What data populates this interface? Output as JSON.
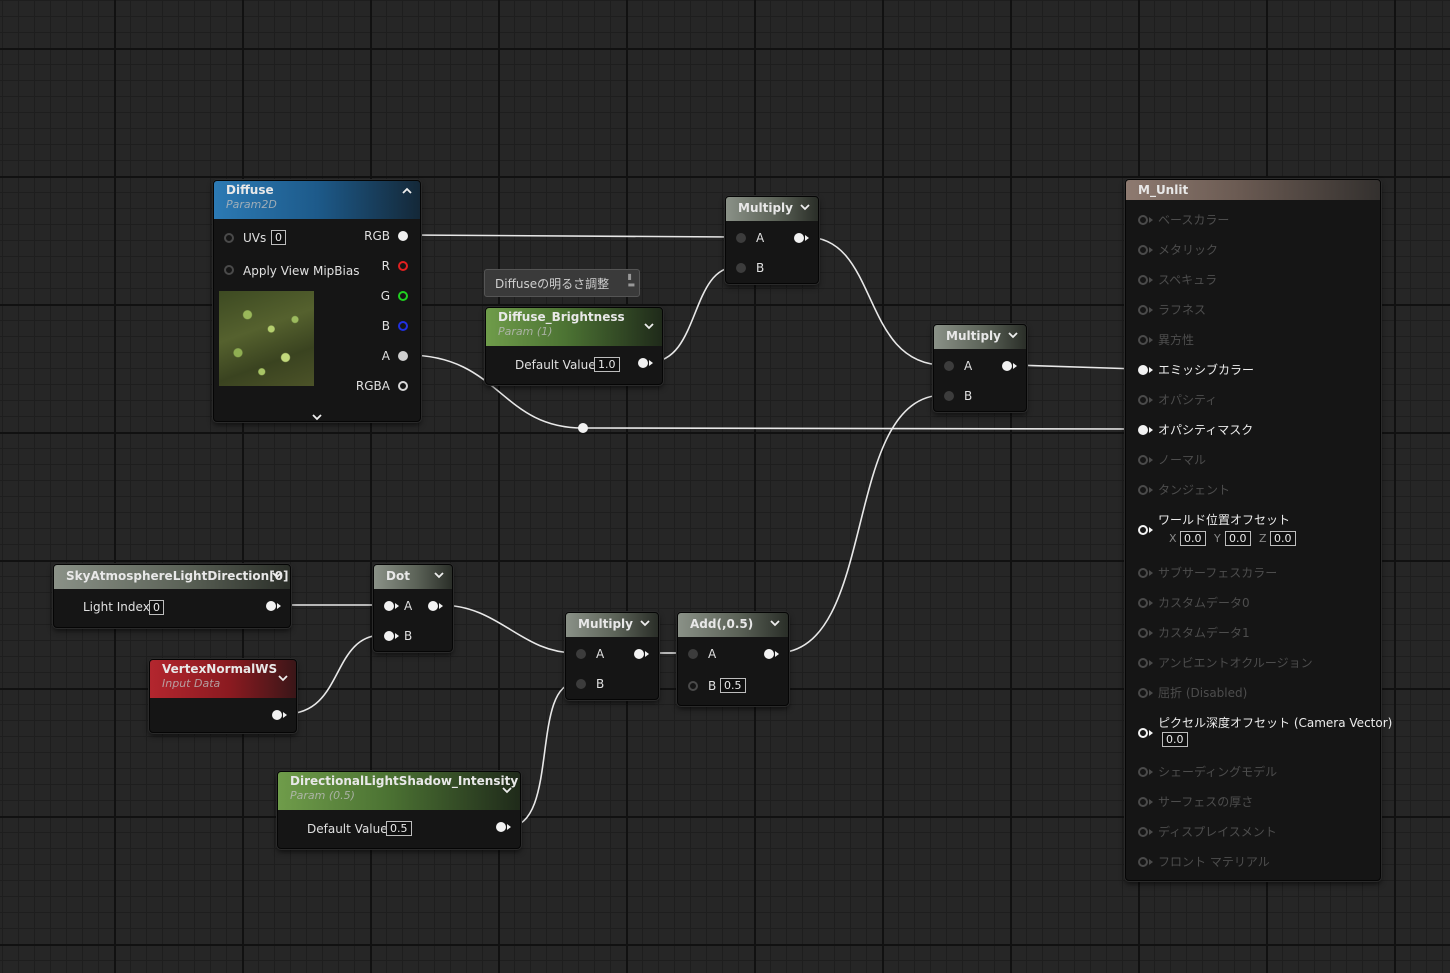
{
  "nodes": {
    "diffuse": {
      "title": "Diffuse",
      "subtitle": "Param2D",
      "inputs": {
        "uvs": "UVs",
        "uvs_value": "0",
        "mipbias": "Apply View MipBias"
      },
      "outputs": {
        "rgb": "RGB",
        "r": "R",
        "g": "G",
        "b": "B",
        "a": "A",
        "rgba": "RGBA"
      },
      "texture_icon": "foliage-texture-thumbnail"
    },
    "multiply_top": {
      "title": "Multiply",
      "a": "A",
      "b": "B"
    },
    "comment": {
      "text": "Diffuseの明るさ調整"
    },
    "diffuse_brightness": {
      "title": "Diffuse_Brightness",
      "subtitle": "Param (1)",
      "default_label": "Default Value",
      "default_value": "1.0"
    },
    "multiply_right": {
      "title": "Multiply",
      "a": "A",
      "b": "B"
    },
    "sky": {
      "title": "SkyAtmosphereLightDirection[0]",
      "index_label": "Light Index",
      "index_value": "0"
    },
    "dot": {
      "title": "Dot",
      "a": "A",
      "b": "B"
    },
    "vertex_normal": {
      "title": "VertexNormalWS",
      "subtitle": "Input Data"
    },
    "multiply_bottom": {
      "title": "Multiply",
      "a": "A",
      "b": "B"
    },
    "add": {
      "title": "Add(,0.5)",
      "a": "A",
      "b": "B",
      "b_value": "0.5"
    },
    "shadow": {
      "title": "DirectionalLightShadow_Intensity",
      "subtitle": "Param (0.5)",
      "default_label": "Default Value",
      "default_value": "0.5"
    }
  },
  "material": {
    "title": "M_Unlit",
    "inputs": [
      {
        "label": "ベースカラー",
        "active": false
      },
      {
        "label": "メタリック",
        "active": false
      },
      {
        "label": "スペキュラ",
        "active": false
      },
      {
        "label": "ラフネス",
        "active": false
      },
      {
        "label": "異方性",
        "active": false
      },
      {
        "label": "エミッシブカラー",
        "active": true
      },
      {
        "label": "オパシティ",
        "active": false
      },
      {
        "label": "オパシティマスク",
        "active": true
      },
      {
        "label": "ノーマル",
        "active": false
      },
      {
        "label": "タンジェント",
        "active": false
      },
      {
        "label": "ワールド位置オフセット",
        "active": true
      },
      {
        "label": "サブサーフェスカラー",
        "active": false
      },
      {
        "label": "カスタムデータ0",
        "active": false
      },
      {
        "label": "カスタムデータ1",
        "active": false
      },
      {
        "label": "アンビエントオクルージョン",
        "active": false
      },
      {
        "label": "屈折 (Disabled)",
        "active": false
      },
      {
        "label": "ピクセル深度オフセット (Camera Vector)",
        "active": true
      },
      {
        "label": "シェーディングモデル",
        "active": false
      },
      {
        "label": "サーフェスの厚さ",
        "active": false
      },
      {
        "label": "ディスプレイスメント",
        "active": false
      },
      {
        "label": "フロント マテリアル",
        "active": false
      }
    ],
    "wpo": {
      "x_label": "X",
      "x": "0.0",
      "y_label": "Y",
      "y": "0.0",
      "z_label": "Z",
      "z": "0.0"
    },
    "pdo_value": "0.0"
  },
  "colors": {
    "wire": "#e8e8e8",
    "param_header": "#6f9c4a",
    "texture_header": "#2c7ab4",
    "input_header": "#b3262e",
    "math_header": "#8a9187",
    "material_header": "#8e7a70"
  }
}
